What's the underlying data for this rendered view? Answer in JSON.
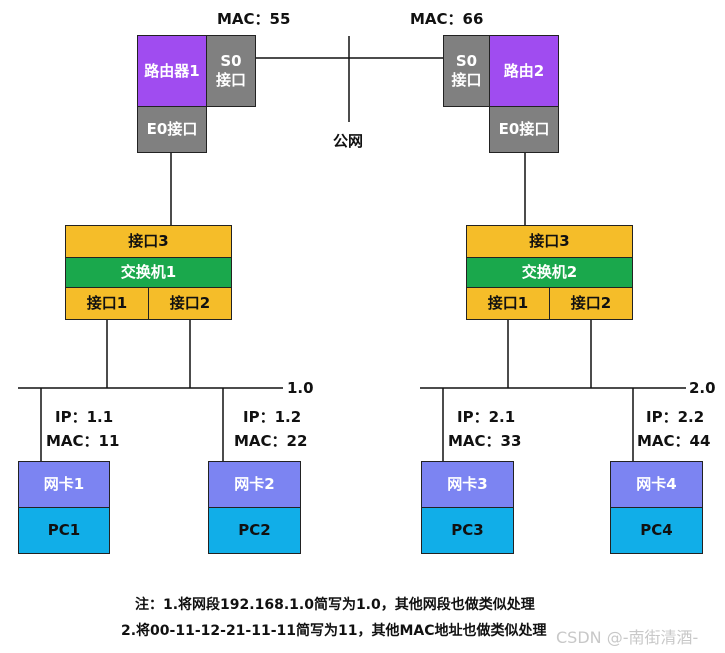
{
  "routers": {
    "r1": {
      "name": "路由器1",
      "s0": "S0接口",
      "e0": "E0接口",
      "mac_label": "MAC：55"
    },
    "r2": {
      "name": "路由2",
      "s0": "S0接口",
      "e0": "E0接口",
      "mac_label": "MAC：66"
    }
  },
  "public_net_label": "公网",
  "switches": {
    "sw1": {
      "uplink": "接口3",
      "name": "交换机1",
      "port_a": "接口1",
      "port_b": "接口2"
    },
    "sw2": {
      "uplink": "接口3",
      "name": "交换机2",
      "port_a": "接口1",
      "port_b": "接口2"
    }
  },
  "segments": {
    "left": "1.0",
    "right": "2.0"
  },
  "hosts": [
    {
      "ip": "IP：1.1",
      "mac": "MAC：11",
      "nic": "网卡1",
      "pc": "PC1"
    },
    {
      "ip": "IP：1.2",
      "mac": "MAC：22",
      "nic": "网卡2",
      "pc": "PC2"
    },
    {
      "ip": "IP：2.1",
      "mac": "MAC：33",
      "nic": "网卡3",
      "pc": "PC3"
    },
    {
      "ip": "IP：2.2",
      "mac": "MAC：44",
      "nic": "网卡4",
      "pc": "PC4"
    }
  ],
  "notes": {
    "line1": "注：1.将网段192.168.1.0简写为1.0，其他网段也做类似处理",
    "line2": "2.将00-11-12-21-11-11简写为11，其他MAC地址也做类似处理"
  },
  "watermark": "CSDN @-南街清酒-",
  "colors": {
    "router": "#a04cf0",
    "port": "#808080",
    "interface": "#f5bd29",
    "switch": "#1aa84c",
    "nic": "#7c84f2",
    "pc": "#11aee8"
  }
}
